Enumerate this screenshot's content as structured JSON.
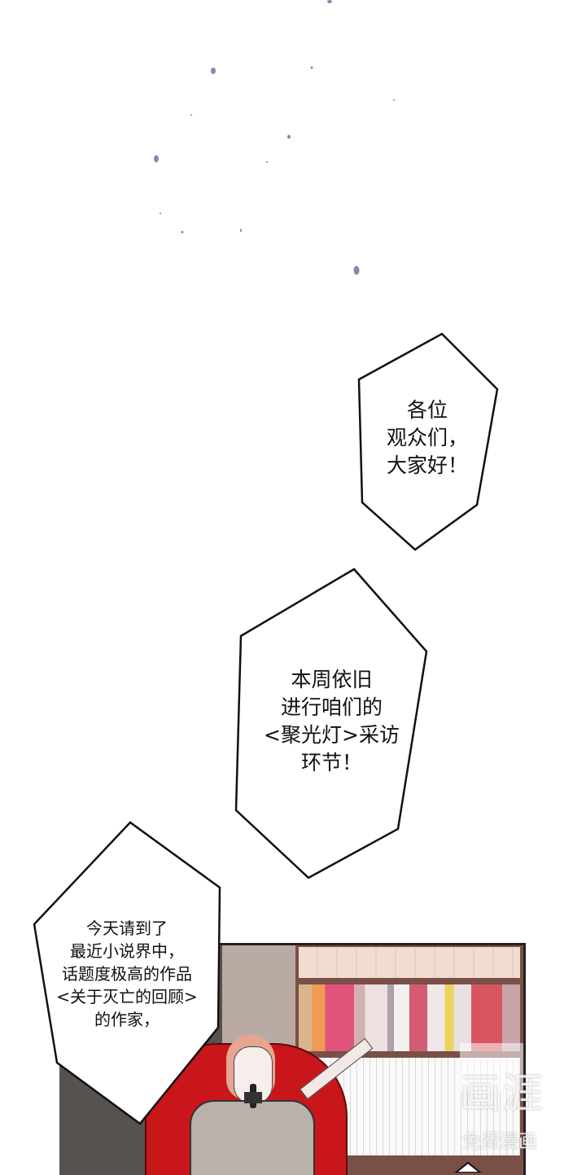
{
  "comic": {
    "bubbles": [
      {
        "lines": "各位\n观众们，\n大家好！"
      },
      {
        "lines": "本周依旧\n进行咱们的\n<聚光灯>采访\n环节！"
      },
      {
        "lines": "今天请到了\n最近小说界中，\n话题度极高的作品\n<关于灭亡的回顾>\n的作家，"
      }
    ],
    "watermark": {
      "logo": "画涯",
      "caption": "免费漫画"
    }
  },
  "colors": {
    "petal": "#8f84b3",
    "chair": "#c8161b",
    "coat": "#b9b1ab"
  }
}
